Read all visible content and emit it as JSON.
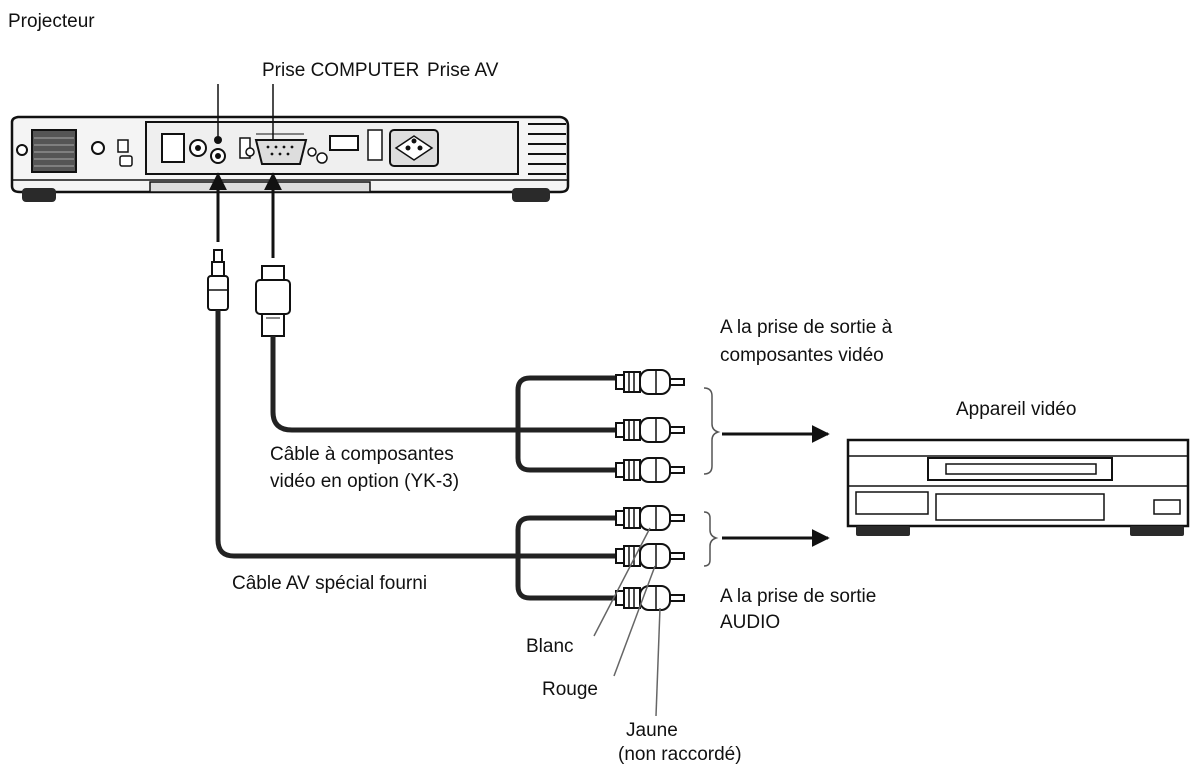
{
  "labels": {
    "projector": "Projecteur",
    "computer_jack": "Prise COMPUTER",
    "av_jack": "Prise AV",
    "component_output": [
      "A la prise de sortie à",
      "composantes vidéo"
    ],
    "video_device": "Appareil vidéo",
    "component_cable": [
      "Câble à composantes",
      "vidéo en option (YK-3)"
    ],
    "av_cable": "Câble AV spécial fourni",
    "audio_output": [
      "A la prise de sortie",
      "AUDIO"
    ],
    "white": "Blanc",
    "red": "Rouge",
    "yellow": [
      "Jaune",
      "(non raccordé)"
    ]
  }
}
